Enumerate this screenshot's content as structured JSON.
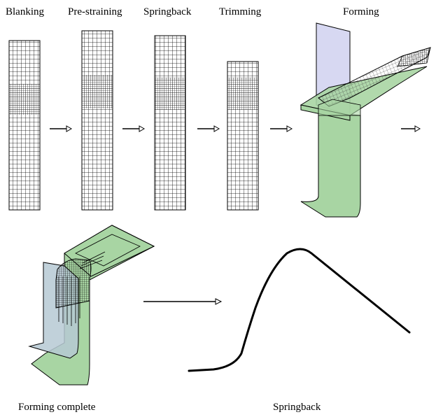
{
  "labels": {
    "blanking": "Blanking",
    "prestraining": "Pre-straining",
    "springback_step": "Springback",
    "trimming": "Trimming",
    "forming": "Forming",
    "forming_complete": "Forming complete",
    "springback_result": "Springback"
  },
  "colors": {
    "line": "#000000",
    "sheet_green": "#a8d5a3",
    "die_blue": "#c9cbee",
    "background": "#ffffff"
  }
}
